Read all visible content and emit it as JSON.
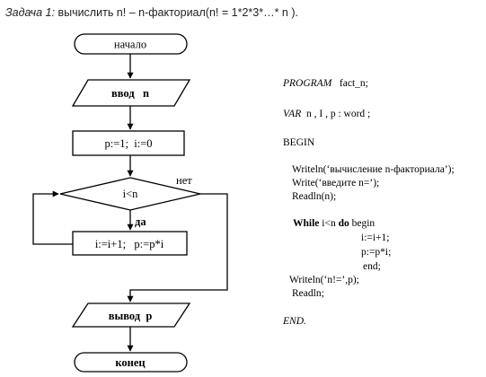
{
  "task": {
    "label": "Задача 1:",
    "text": " вычислить n! – n-факториал(n! = 1*2*3*…* n )."
  },
  "flowchart": {
    "start": "начало",
    "input": "ввод   n",
    "init": "p:=1;  i:=0",
    "condition": "i<n",
    "no_label": "нет",
    "yes_label": "да",
    "body": "i:=i+1;   p:=p*i",
    "output": "вывод  p",
    "end": "конец"
  },
  "code": {
    "program_kw": "PROGRAM",
    "program_name": "   fact_n;",
    "var_kw": "VAR",
    "var_decl": "  n , I , p : word ;",
    "begin": "BEGIN",
    "writeln1": "Writeln(‘вычисление n-факториала’);",
    "write1": "Write(‘введите n=’);",
    "readln1": "Readln(n);",
    "while_kw": "While",
    "while_cond": " i<n ",
    "do_kw": "do",
    "begin_kw": " begin",
    "stmt1": "i:=i+1;",
    "stmt2": "p:=p*i;",
    "end_inner": "end;",
    "writeln2": "Writeln(‘n!=’,p);",
    "readln2": "Readln;",
    "end_prog": "END."
  }
}
